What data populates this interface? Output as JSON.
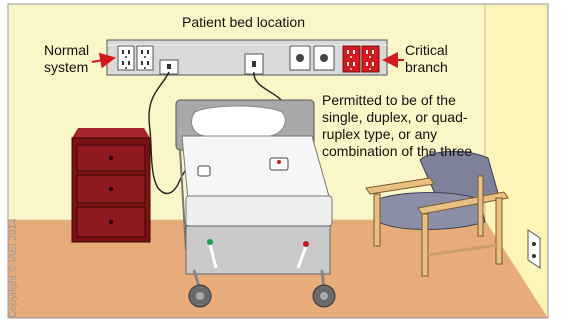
{
  "title": "Patient bed location",
  "normal_system_label": "Normal system",
  "critical_branch_label": "Critical branch",
  "note": "Permitted to be of the single, duplex, or quad-ruplex type, or any combination of the three",
  "copyright": "Copyright © IAEI 2014",
  "colors": {
    "wall": "#fbf6c8",
    "floor": "#e8ab7a",
    "normal_receptacle": "#ffffff",
    "critical_receptacle": "#d41920",
    "headwall_panel": "#d8d9d8",
    "nightstand": "#7a1215",
    "chair_cushion": "#7d8199",
    "chair_frame": "#e8c083",
    "arrow": "#d41920"
  }
}
